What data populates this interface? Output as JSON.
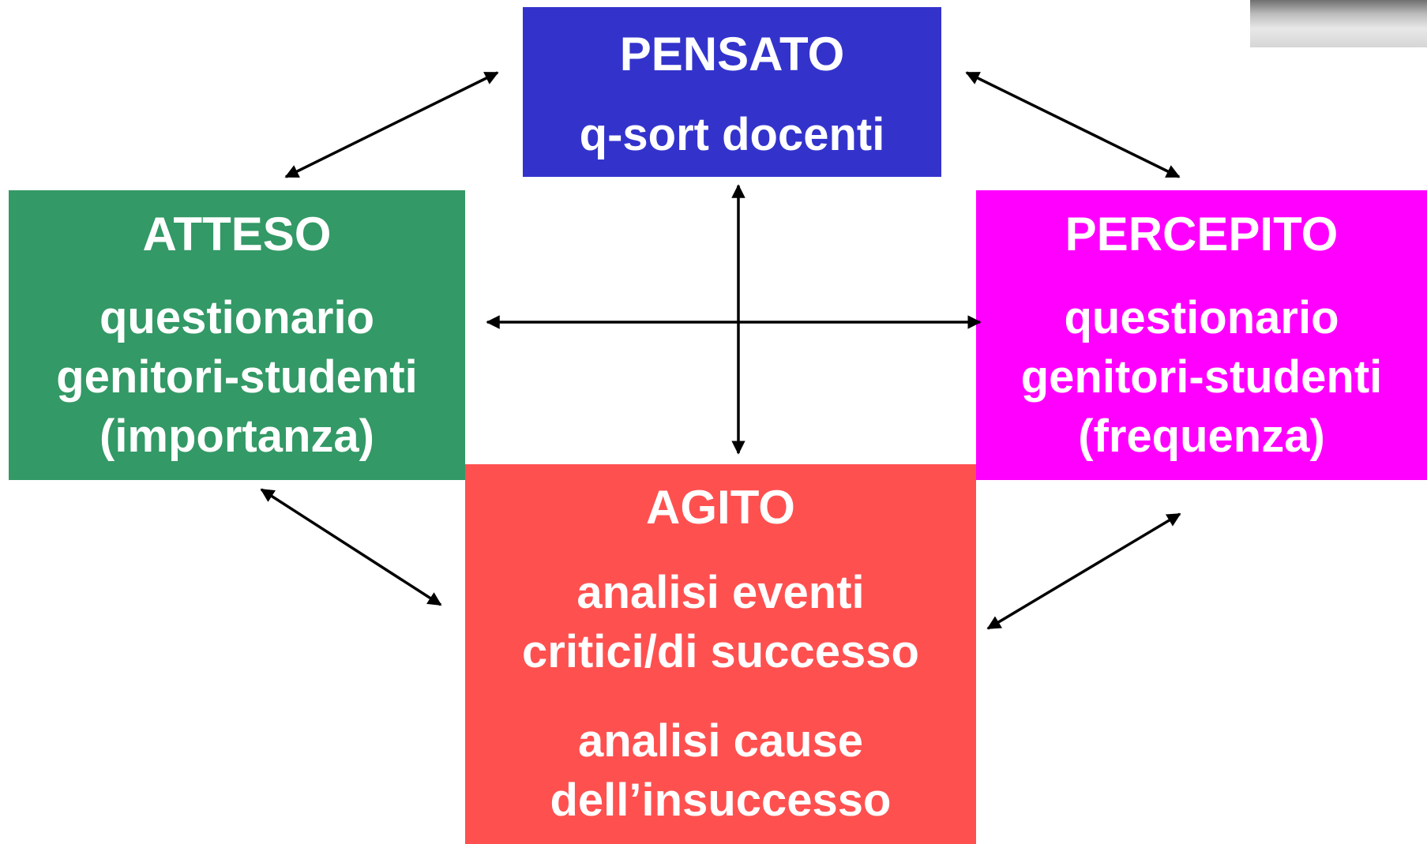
{
  "colors": {
    "pensato": "#3333cc",
    "atteso": "#339966",
    "percepito": "#ff00ff",
    "agito": "#ff5050",
    "arrow": "#000000",
    "text": "#ffffff"
  },
  "boxes": {
    "pensato": {
      "title": "PENSATO",
      "lines": [
        "q-sort docenti"
      ]
    },
    "atteso": {
      "title": "ATTESO",
      "lines": [
        "questionario",
        "genitori-studenti",
        "(importanza)"
      ]
    },
    "percepito": {
      "title": "PERCEPITO",
      "lines": [
        "questionario",
        "genitori-studenti",
        "(frequenza)"
      ]
    },
    "agito": {
      "title": "AGITO",
      "group1": [
        "analisi eventi",
        "critici/di successo"
      ],
      "group2": [
        "analisi cause",
        "dell’insuccesso"
      ]
    }
  }
}
